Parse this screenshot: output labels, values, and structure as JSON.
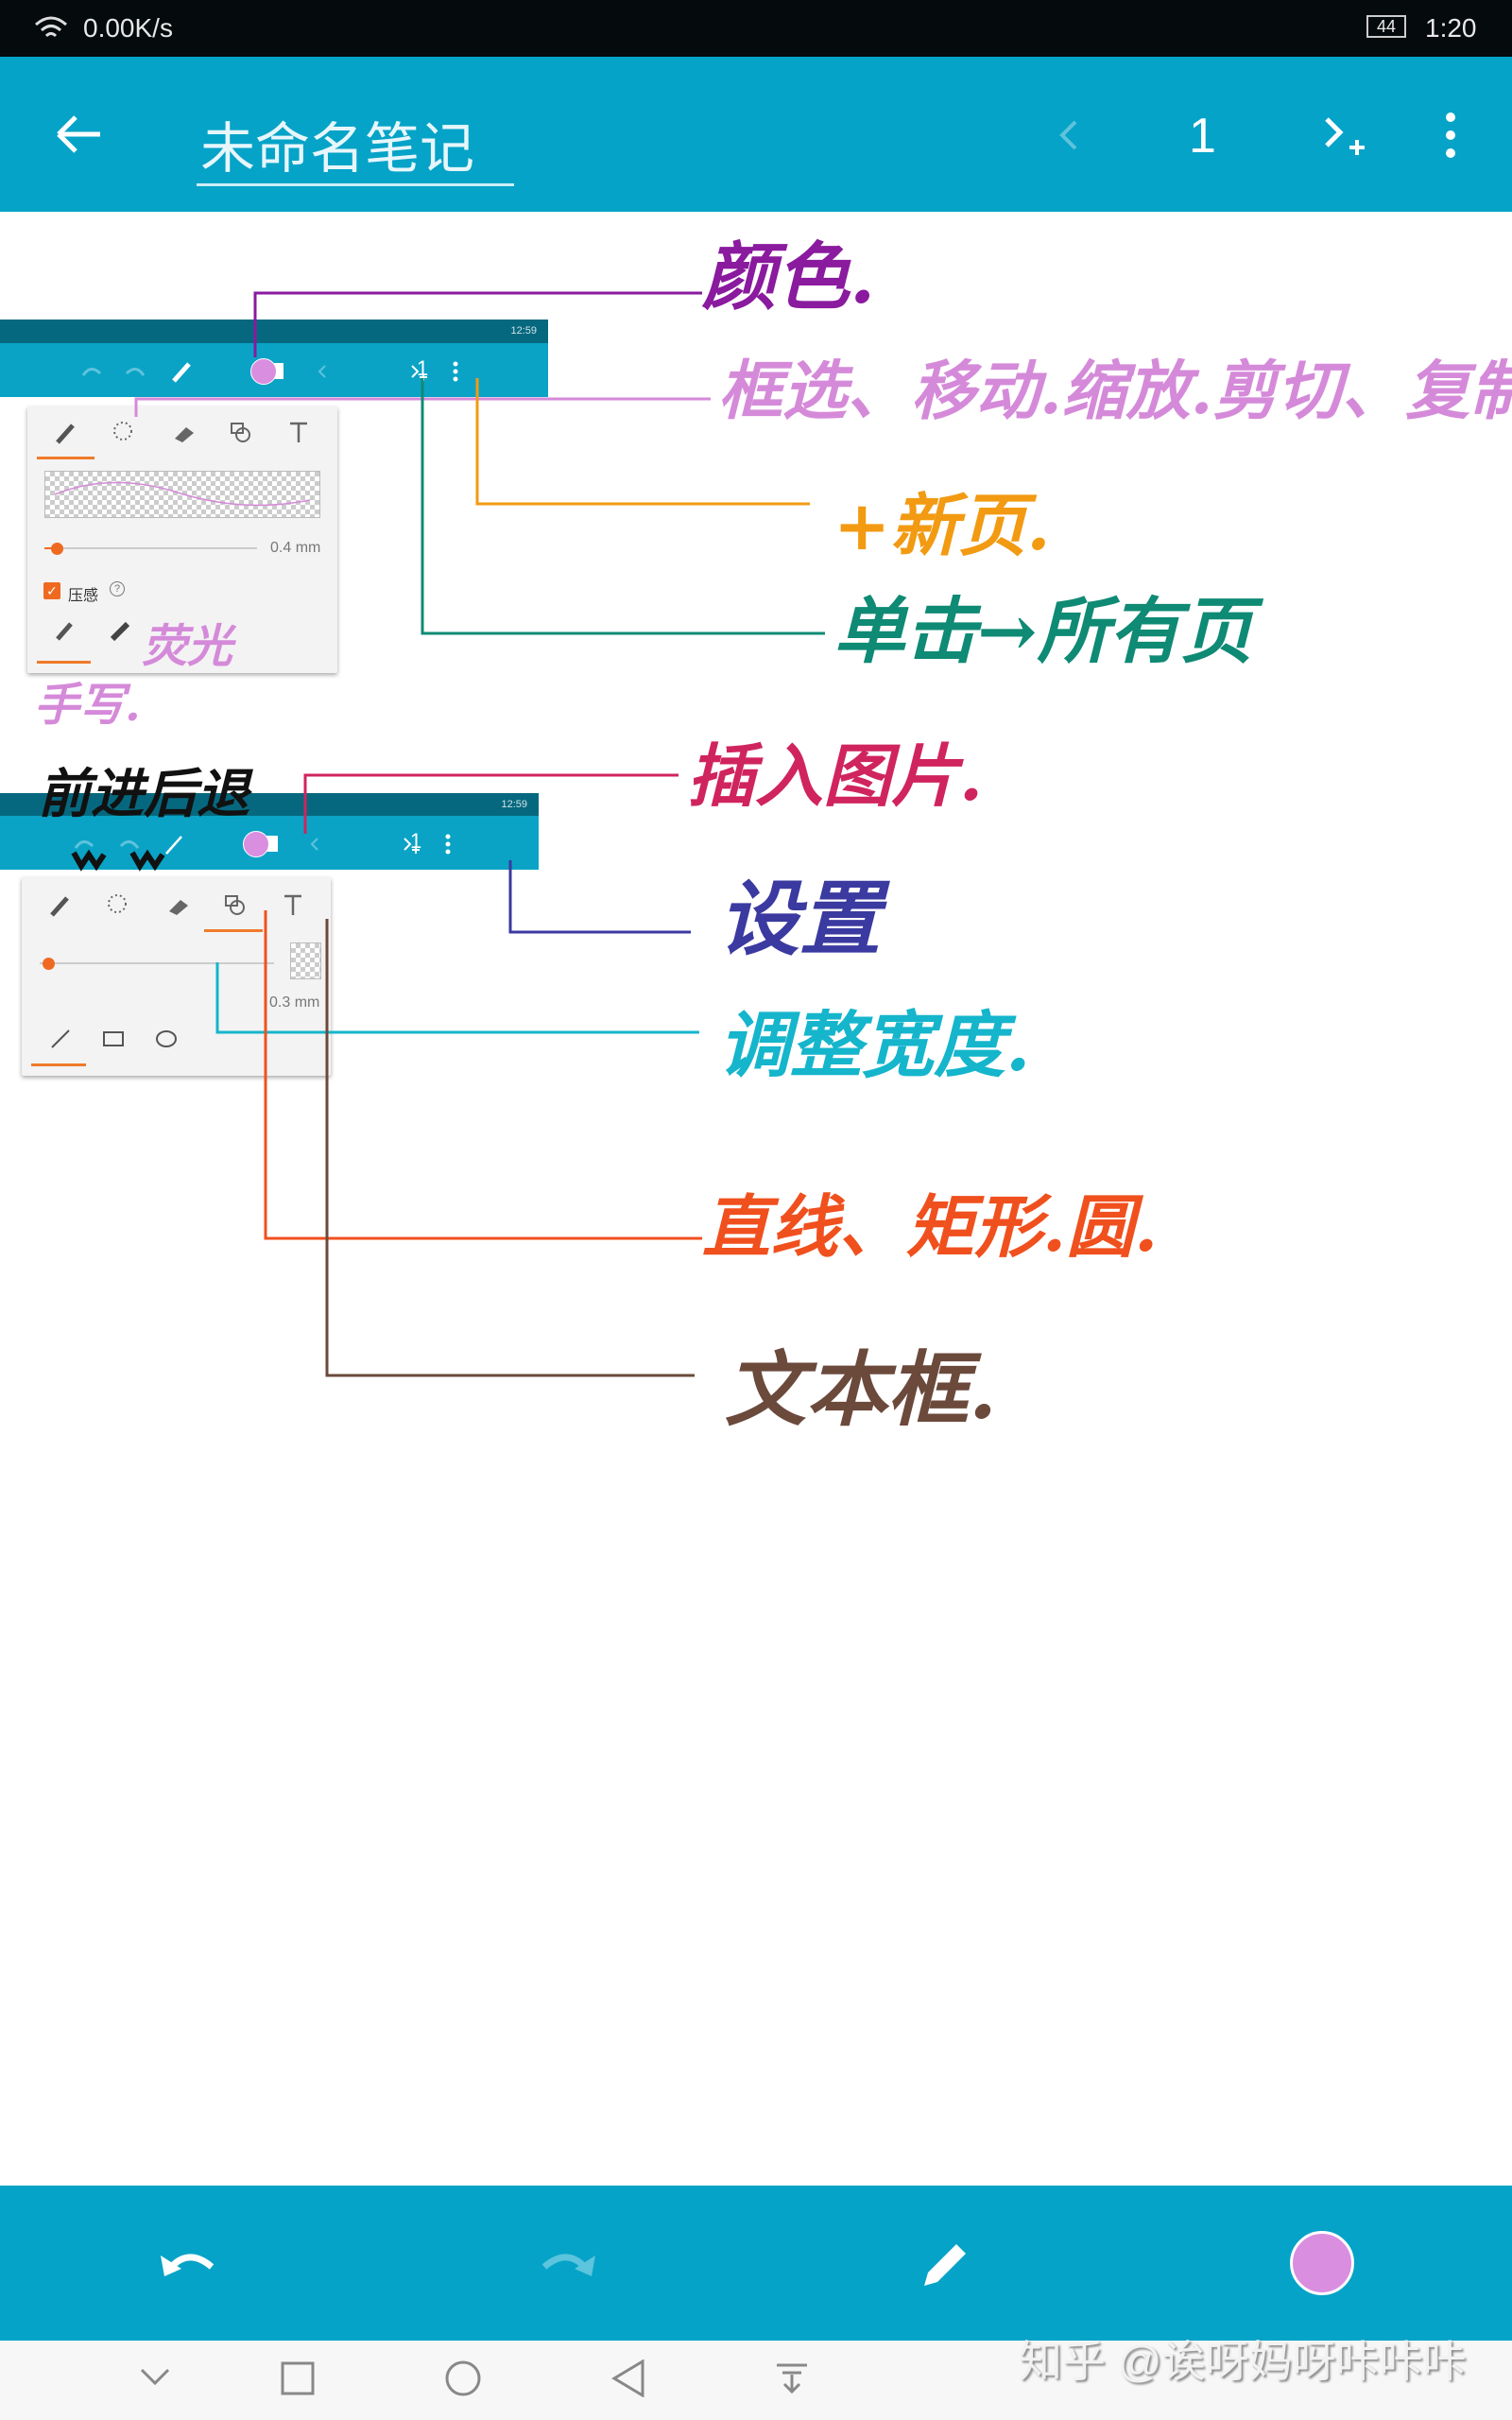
{
  "status_bar": {
    "network_speed": "0.00K/s",
    "battery": "44",
    "time": "1:20"
  },
  "app_bar": {
    "title": "未命名笔记",
    "page_number": "1",
    "icons": [
      "back-arrow-icon",
      "prev-page-icon",
      "next-page-add-icon",
      "more-vert-icon"
    ]
  },
  "embedded_screenshot_1": {
    "status_time": "12:59",
    "page_number": "1",
    "pen_color": "#da8ee0",
    "panel": {
      "width_label": "0.4 mm",
      "width_value_mm": 0.4,
      "pressure_label": "压感",
      "pressure_checked": true
    }
  },
  "embedded_screenshot_2": {
    "status_time": "12:59",
    "page_number": "1",
    "pen_color": "#da8ee0",
    "panel": {
      "width_label": "0.3 mm",
      "width_value_mm": 0.3
    }
  },
  "annotations": {
    "color": {
      "text": "颜色.",
      "color": "#8a1a9e"
    },
    "lasso": {
      "text": "框选、移动.缩放.剪切、复制",
      "color": "#d58ad9"
    },
    "new_page": {
      "text": "+新页.",
      "color": "#f29a12"
    },
    "all_pages": {
      "text": "单击→所有页",
      "color": "#0f8a74"
    },
    "handwrite": {
      "text": "手写.",
      "color": "#d58ad9"
    },
    "highlighter": {
      "text": "荧光",
      "color": "#d58ad9"
    },
    "undo_redo": {
      "text": "前进后退",
      "color": "#111111"
    },
    "insert_image": {
      "text": "插入图片.",
      "color": "#d0245e"
    },
    "settings": {
      "text": "设置",
      "color": "#3a3aa0"
    },
    "width": {
      "text": "调整宽度.",
      "color": "#15b5cc"
    },
    "shapes": {
      "text": "直线、矩形.圆.",
      "color": "#f0501e"
    },
    "textbox": {
      "text": "文本框.",
      "color": "#6b4a3c"
    }
  },
  "bottom_bar": {
    "current_color": "#da8ee0",
    "icons": [
      "undo-icon",
      "redo-icon",
      "pen-icon",
      "color-swatch"
    ]
  },
  "nav_bar": {
    "icons": [
      "chevron-down-icon",
      "recents-icon",
      "home-icon",
      "back-icon",
      "notification-pull-icon"
    ]
  },
  "watermark": "知乎 @诶呀妈呀咔咔咔"
}
